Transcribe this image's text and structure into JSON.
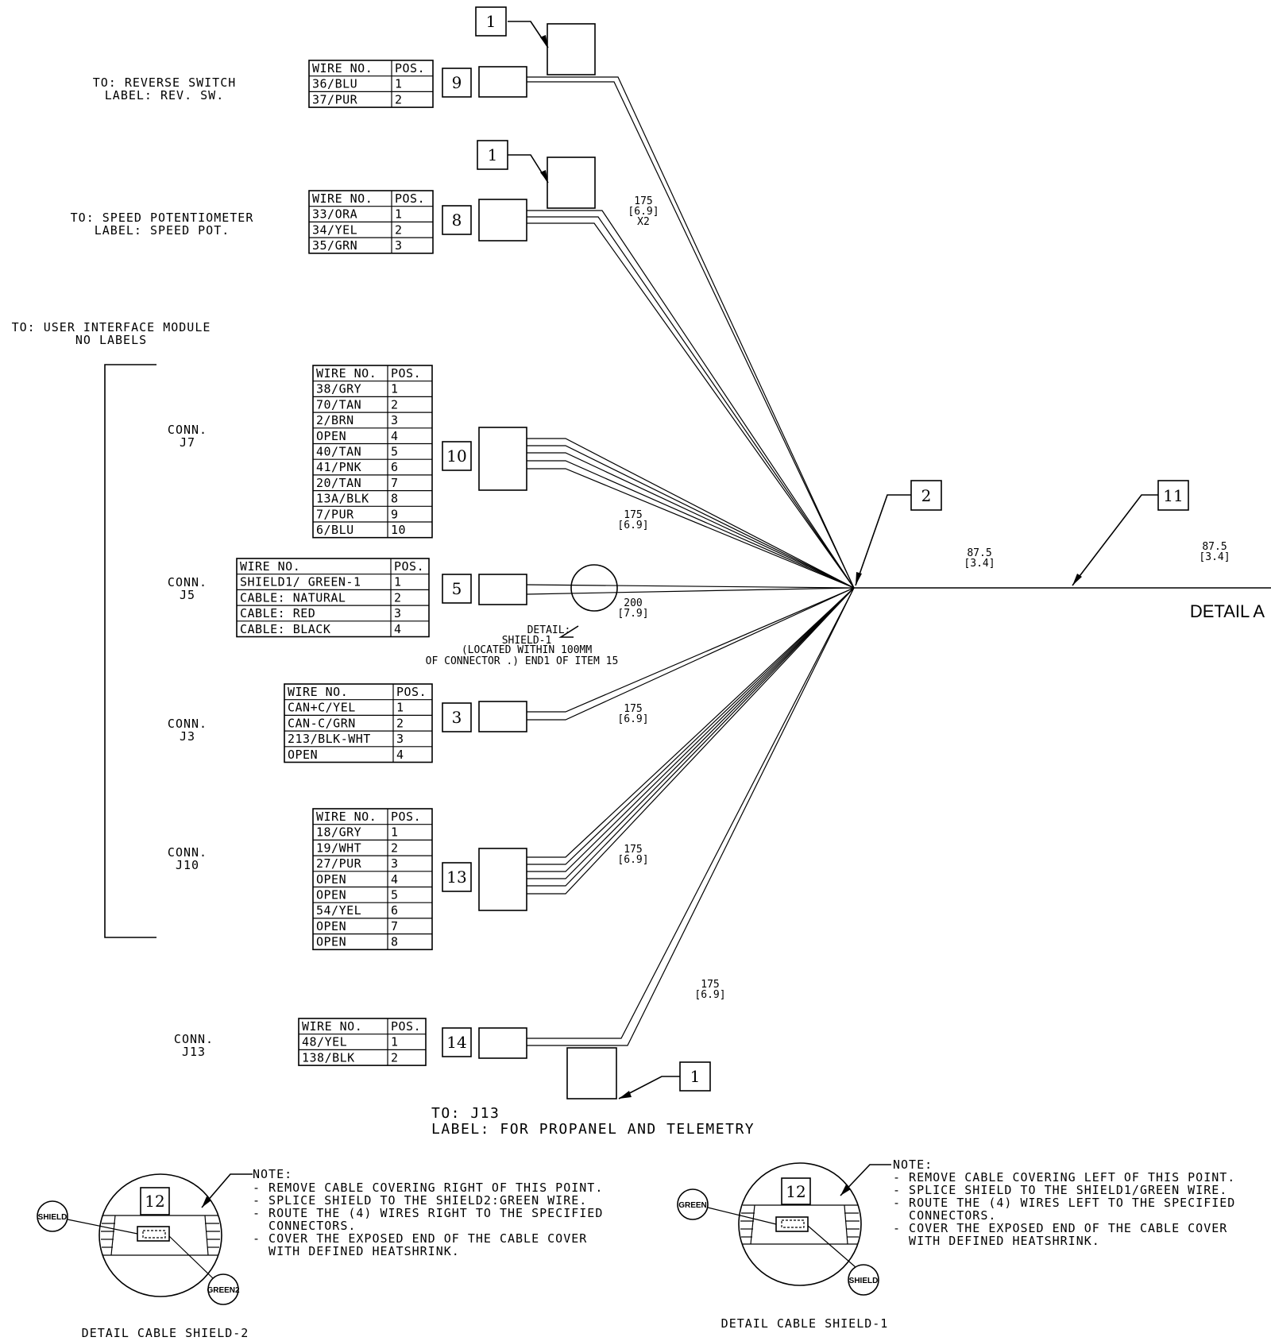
{
  "labels": {
    "reverse_switch": [
      "TO: REVERSE SWITCH",
      "LABEL: REV. SW."
    ],
    "speed_pot": [
      "TO: SPEED POTENTIOMETER",
      "LABEL: SPEED POT."
    ],
    "uim": [
      "TO: USER INTERFACE MODULE",
      "NO LABELS"
    ],
    "j13_to": [
      "TO: J13",
      "LABEL: FOR PROPANEL AND TELEMETRY"
    ],
    "shield_detail": [
      "DETAIL:",
      "SHIELD-1",
      "(LOCATED WITHIN 100MM",
      "OF CONNECTOR .)  END1 OF ITEM 15"
    ],
    "detail_a": "DETAIL A"
  },
  "connectors": {
    "j7": {
      "name": [
        "CONN.",
        "J7"
      ]
    },
    "j5": {
      "name": [
        "CONN.",
        "J5"
      ]
    },
    "j3": {
      "name": [
        "CONN.",
        "J3"
      ]
    },
    "j10": {
      "name": [
        "CONN.",
        "J10"
      ]
    },
    "j13": {
      "name": [
        "CONN.",
        "J13"
      ]
    }
  },
  "tables": {
    "rev_sw": {
      "header": [
        "WIRE NO.",
        "POS."
      ],
      "rows": [
        [
          "36/BLU",
          "1"
        ],
        [
          "37/PUR",
          "2"
        ]
      ]
    },
    "speed_pot": {
      "header": [
        "WIRE NO.",
        "POS."
      ],
      "rows": [
        [
          "33/ORA",
          "1"
        ],
        [
          "34/YEL",
          "2"
        ],
        [
          "35/GRN",
          "3"
        ]
      ]
    },
    "j7": {
      "header": [
        "WIRE NO.",
        "POS."
      ],
      "rows": [
        [
          "38/GRY",
          "1"
        ],
        [
          "70/TAN",
          "2"
        ],
        [
          "2/BRN",
          "3"
        ],
        [
          "OPEN",
          "4"
        ],
        [
          "40/TAN",
          "5"
        ],
        [
          "41/PNK",
          "6"
        ],
        [
          "20/TAN",
          "7"
        ],
        [
          "13A/BLK",
          "8"
        ],
        [
          "7/PUR",
          "9"
        ],
        [
          "6/BLU",
          "10"
        ]
      ]
    },
    "j5": {
      "header": [
        "WIRE NO.",
        "POS."
      ],
      "rows": [
        [
          "SHIELD1/ GREEN-1",
          "1"
        ],
        [
          "CABLE: NATURAL",
          "2"
        ],
        [
          "CABLE: RED",
          "3"
        ],
        [
          "CABLE: BLACK",
          "4"
        ]
      ]
    },
    "j3": {
      "header": [
        "WIRE NO.",
        "POS."
      ],
      "rows": [
        [
          "CAN+C/YEL",
          "1"
        ],
        [
          "CAN-C/GRN",
          "2"
        ],
        [
          "213/BLK-WHT",
          "3"
        ],
        [
          "OPEN",
          "4"
        ]
      ]
    },
    "j10": {
      "header": [
        "WIRE NO.",
        "POS."
      ],
      "rows": [
        [
          "18/GRY",
          "1"
        ],
        [
          "19/WHT",
          "2"
        ],
        [
          "27/PUR",
          "3"
        ],
        [
          "OPEN",
          "4"
        ],
        [
          "OPEN",
          "5"
        ],
        [
          "54/YEL",
          "6"
        ],
        [
          "OPEN",
          "7"
        ],
        [
          "OPEN",
          "8"
        ]
      ]
    },
    "j13": {
      "header": [
        "WIRE NO.",
        "POS."
      ],
      "rows": [
        [
          "48/YEL",
          "1"
        ],
        [
          "138/BLK",
          "2"
        ]
      ]
    }
  },
  "balloons": {
    "rev_sw": "9",
    "speed_pot": "8",
    "j7": "10",
    "j5": "5",
    "j3": "3",
    "j10": "13",
    "j13": "14",
    "item1_a": "1",
    "item1_b": "1",
    "item1_c": "1",
    "item2": "2",
    "item11": "11",
    "det2": "12",
    "det1": "12"
  },
  "dimensions": {
    "rev_speed": [
      "175",
      "[6.9]",
      "X2"
    ],
    "j7": [
      "175",
      "[6.9]"
    ],
    "j5": [
      "200",
      "[7.9]"
    ],
    "j3": [
      "175",
      "[6.9]"
    ],
    "j10": [
      "175",
      "[6.9]"
    ],
    "j13": [
      "175",
      "[6.9]"
    ],
    "trunk1": [
      "87.5",
      "[3.4]"
    ],
    "trunk2": [
      "87.5",
      "[3.4]"
    ]
  },
  "details": {
    "shield2": {
      "title": "DETAIL CABLE SHIELD-2",
      "callouts": [
        "SHIELD",
        "GREEN2"
      ],
      "note": [
        "NOTE:",
        "- REMOVE CABLE COVERING RIGHT OF THIS POINT.",
        "- SPLICE SHIELD TO THE SHIELD2:GREEN WIRE.",
        "- ROUTE THE (4) WIRES RIGHT TO THE SPECIFIED",
        "  CONNECTORS.",
        "- COVER THE EXPOSED END OF THE CABLE COVER",
        "  WITH DEFINED HEATSHRINK."
      ]
    },
    "shield1": {
      "title": "DETAIL CABLE SHIELD-1",
      "callouts": [
        "GREEN",
        "SHIELD"
      ],
      "note": [
        "NOTE:",
        "- REMOVE CABLE COVERING LEFT OF THIS POINT.",
        "- SPLICE SHIELD TO THE SHIELD1/GREEN WIRE.",
        "- ROUTE THE (4) WIRES LEFT TO THE SPECIFIED",
        "  CONNECTORS.",
        "- COVER THE EXPOSED END OF THE CABLE COVER",
        "  WITH DEFINED HEATSHRINK."
      ]
    }
  }
}
